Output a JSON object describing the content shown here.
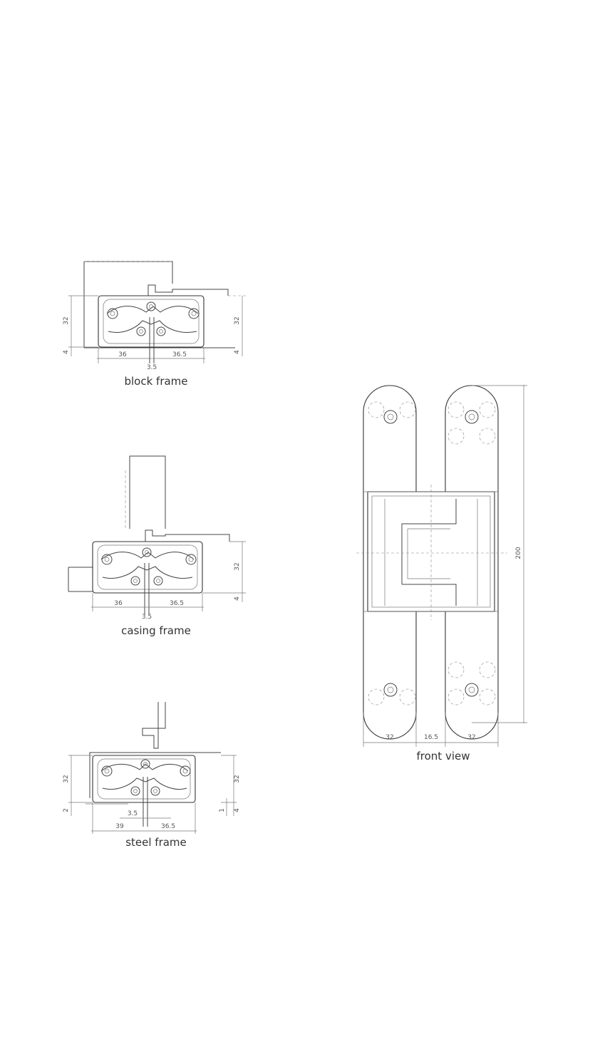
{
  "captions": {
    "block": "block frame",
    "casing": "casing frame",
    "steel": "steel frame",
    "front": "front view"
  },
  "dims": {
    "block": {
      "left": "36",
      "right": "36.5",
      "gap": "3.5",
      "height_l": "32",
      "height_r": "32",
      "bottom_l": "4",
      "bottom_r": "4"
    },
    "casing": {
      "left": "36",
      "right": "36.5",
      "gap": "3.5",
      "height_r": "32",
      "bottom_r": "4"
    },
    "steel": {
      "left": "39",
      "right": "36.5",
      "gap": "3.5",
      "height_l": "32",
      "height_r": "32",
      "bottom_l": "2",
      "bottom_r1": "1",
      "bottom_r2": "4"
    },
    "front": {
      "leaf_l": "32",
      "gap": "16.5",
      "leaf_r": "32",
      "height": "200"
    }
  }
}
